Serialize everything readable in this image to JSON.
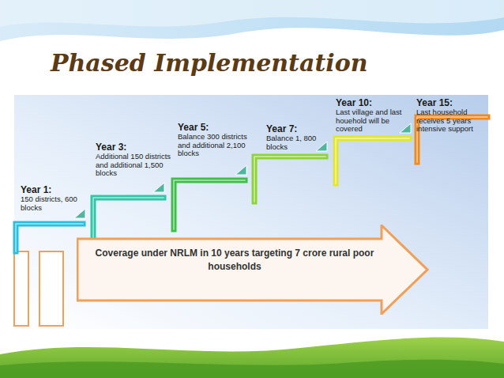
{
  "diagram": {
    "title": "Phased Implementation",
    "nodes": [
      {
        "text": [
          "Year 1:",
          "150 districts, 600 blocks"
        ]
      },
      {
        "text": [
          "Year 3:",
          "Additional 150 districts and additional 1,500 blocks"
        ]
      },
      {
        "text": [
          "Year 5:",
          "Balance 300 districts and additional 2,100 blocks"
        ]
      },
      {
        "text": [
          "Year 7:",
          "Balance 1, 800 blocks"
        ]
      },
      {
        "text": [
          "Year 10:",
          "Last village and last houehold will be covered"
        ]
      },
      {
        "text": [
          "Year 15:",
          "Last household receives 5 years intensive support"
        ]
      },
      {
        "text": [
          "Coverage under NRLM in 10 years targeting 7 crore rural poor households"
        ]
      }
    ]
  }
}
